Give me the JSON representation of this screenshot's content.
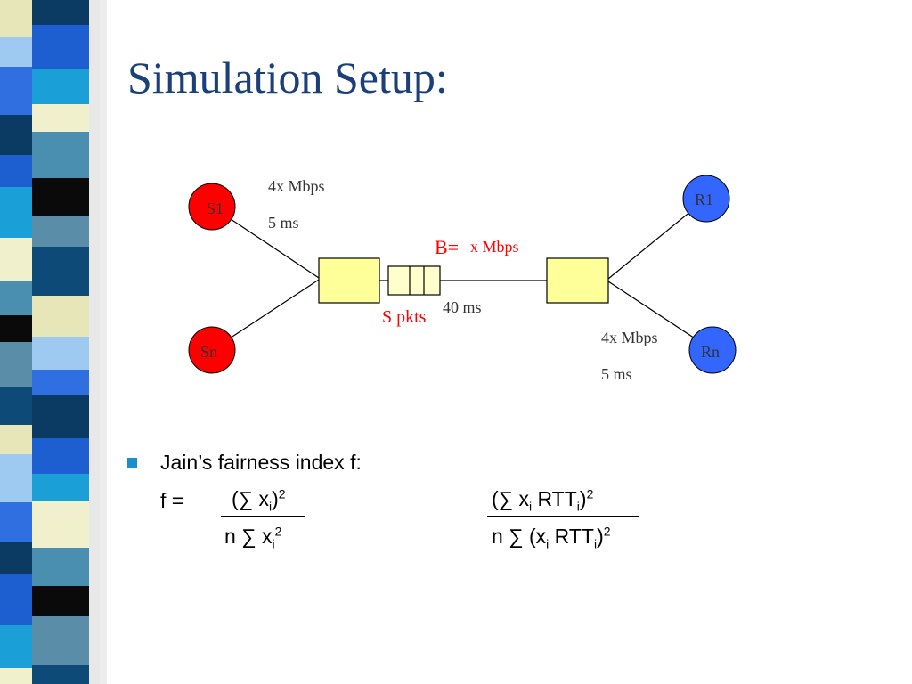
{
  "title": "Simulation Setup:",
  "diagram": {
    "sources": {
      "first": "S1",
      "last": "Sn"
    },
    "receivers": {
      "first": "R1",
      "last": "Rn"
    },
    "access_link_left": {
      "bandwidth": "4x Mbps",
      "delay": "5 ms"
    },
    "access_link_right": {
      "bandwidth": "4x Mbps",
      "delay": "5 ms"
    },
    "bottleneck": {
      "bandwidth_prefix": "B=",
      "bandwidth": "x Mbps",
      "delay": "40 ms"
    },
    "buffer": {
      "label": "S pkts"
    },
    "colors": {
      "source": "#ff0000",
      "receiver": "#3366ff",
      "router": "#ffff99",
      "buffer": "#ffffcc",
      "highlight_text": "#ff0000",
      "label_text": "#333333"
    }
  },
  "formula": {
    "bullet_text": "Jain’s fairness index f:",
    "f_eq": "f =",
    "num1": {
      "open": "(∑ x",
      "sub": "i",
      "close": ")",
      "sup": "2"
    },
    "den1": {
      "pre": "n ∑ x",
      "sub": "i",
      "sup": "2"
    },
    "num2": {
      "open": "(∑ x",
      "sub1": "i",
      "mid": " RTT",
      "sub2": "i",
      "close": ")",
      "sup": "2"
    },
    "den2": {
      "pre": "n ∑ (x",
      "sub1": "i",
      "mid": " RTT",
      "sub2": "i",
      "close": ")",
      "sup": "2"
    }
  },
  "colors": {
    "title": "#1a3f7a",
    "bullet": "#1a8fd0"
  }
}
